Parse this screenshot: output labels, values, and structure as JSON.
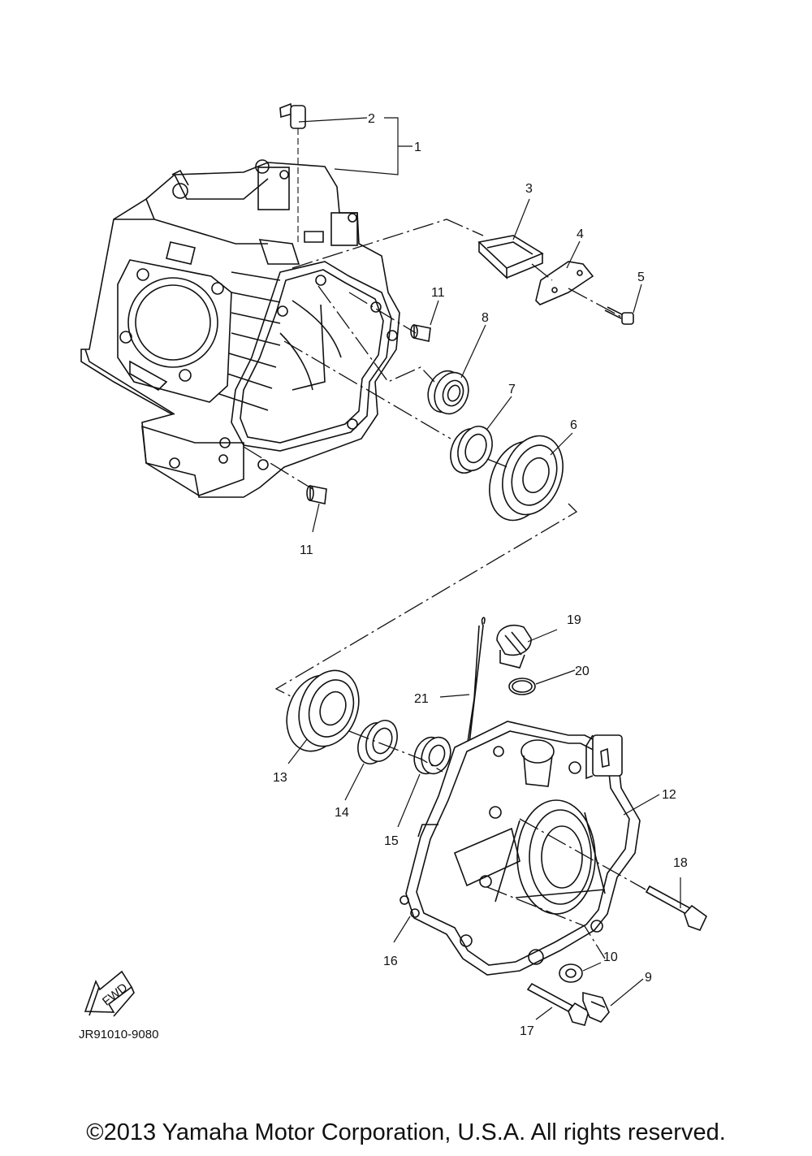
{
  "part_numbers": [
    "1",
    "2",
    "3",
    "4",
    "5",
    "6",
    "7",
    "8",
    "9",
    "10",
    "11",
    "11",
    "12",
    "13",
    "14",
    "15",
    "16",
    "17",
    "18",
    "19",
    "20",
    "21"
  ],
  "diagram_code": "JR91010-9080",
  "fwd_label": "FWD",
  "copyright": "©2013 Yamaha Motor Corporation, U.S.A. All rights reserved."
}
